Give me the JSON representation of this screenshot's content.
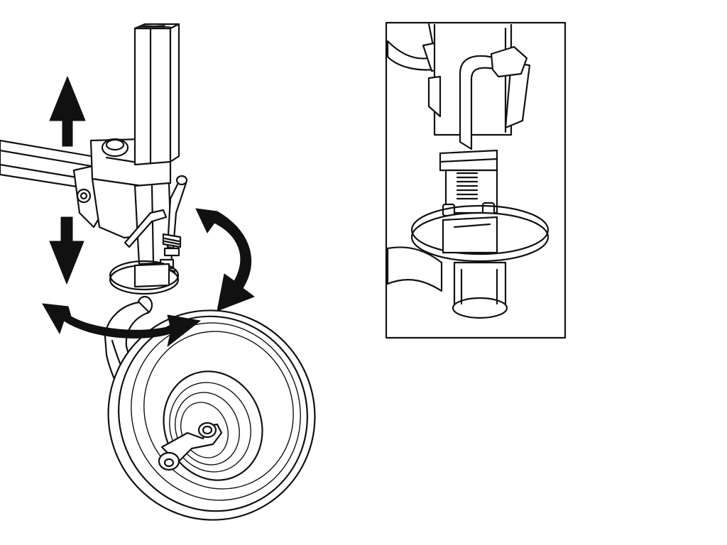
{
  "diagram": {
    "ink_color": "#111111",
    "background_color": "#ffffff",
    "arrows": [
      {
        "name": "raise-arrow",
        "meaning": "up"
      },
      {
        "name": "lower-arrow",
        "meaning": "down"
      },
      {
        "name": "swivel-arrow",
        "meaning": "rotate-horizontal"
      },
      {
        "name": "tilt-arrow",
        "meaning": "rotate-vertical"
      }
    ]
  }
}
